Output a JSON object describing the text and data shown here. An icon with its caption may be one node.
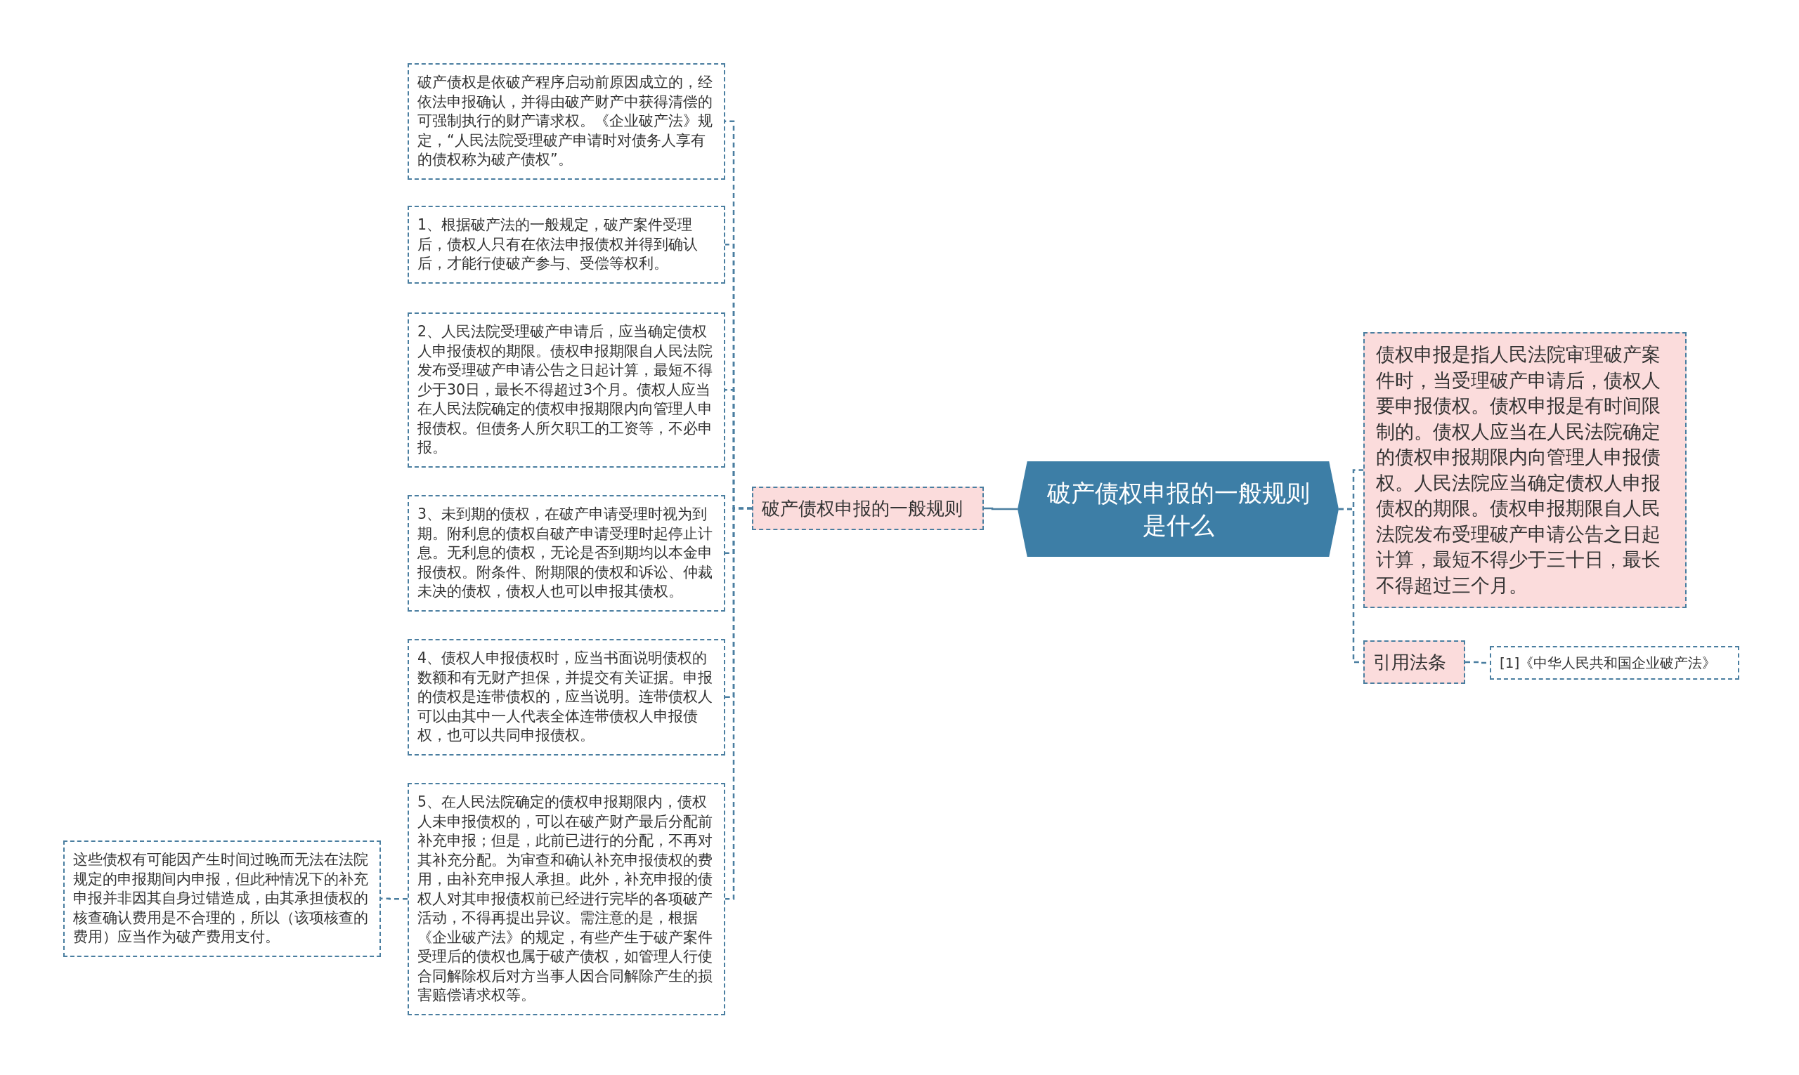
{
  "diagram": {
    "nodes": [
      {
        "text": [
          "破产债权申报的一般规则是什么"
        ]
      },
      {
        "text": [
          "破产债权申报的一般规则"
        ]
      },
      {
        "text": [
          "破产债权是依破产程序启动前原因成立的，经依法申报确认，并得由破产财产中获得清偿的可强制执行的财产请求权。《企业破产法》规定，“人民法院受理破产申请时对债务人享有的债权称为破产债权”。"
        ]
      },
      {
        "text": [
          "1、根据破产法的一般规定，破产案件受理后，债权人只有在依法申报债权并得到确认后，才能行使破产参与、受偿等权利。"
        ]
      },
      {
        "text": [
          "2、人民法院受理破产申请后，应当确定债权人申报债权的期限。债权申报期限自人民法院发布受理破产申请公告之日起计算，最短不得少于30日，最长不得超过3个月。债权人应当在人民法院确定的债权申报期限内向管理人申报债权。但债务人所欠职工的工资等，不必申报。"
        ]
      },
      {
        "text": [
          "3、未到期的债权，在破产申请受理时视为到期。附利息的债权自破产申请受理时起停止计息。无利息的债权，无论是否到期均以本金申报债权。附条件、附期限的债权和诉讼、仲裁未决的债权，债权人也可以申报其债权。"
        ]
      },
      {
        "text": [
          "4、债权人申报债权时，应当书面说明债权的数额和有无财产担保，并提交有关证据。申报的债权是连带债权的，应当说明。连带债权人可以由其中一人代表全体连带债权人申报债权，也可以共同申报债权。"
        ]
      },
      {
        "text": [
          "5、在人民法院确定的债权申报期限内，债权人未申报债权的，可以在破产财产最后分配前补充申报；但是，此前已进行的分配，不再对其补充分配。为审查和确认补充申报债权的费用，由补充申报人承担。此外，补充申报的债权人对其申报债权前已经进行完毕的各项破产活动，不得再提出异议。需注意的是，根据《企业破产法》的规定，有些产生于破产案件受理后的债权也属于破产债权，如管理人行使合同解除权后对方当事人因合同解除产生的损害赔偿请求权等。"
        ]
      },
      {
        "text": [
          "这些债权有可能因产生时间过晚而无法在法院规定的申报期间内申报，但此种情况下的补充申报并非因其自身过错造成，由其承担债权的核查确认费用是不合理的，所以（该项核查的费用）应当作为破产费用支付。"
        ]
      },
      {
        "text": [
          "债权申报是指人民法院审理破产案件时，当受理破产申请后，债权人要申报债权。债权申报是有时间限制的。债权人应当在人民法院确定的债权申报期限内向管理人申报债权。人民法院应当确定债权人申报债权的期限。债权申报期限自人民法院发布受理破产申请公告之日起计算，最短不得少于三十日，最长不得超过三个月。"
        ]
      },
      {
        "text": [
          "引用法条"
        ]
      },
      {
        "text": [
          "[1]《中华人民共和国企业破产法》"
        ]
      }
    ],
    "edges": [
      {
        "from": 0,
        "to": 1,
        "arrow": "none"
      },
      {
        "from": 1,
        "to": 2,
        "arrow": "none",
        "style": "dashed"
      },
      {
        "from": 1,
        "to": 3,
        "arrow": "none",
        "style": "dashed"
      },
      {
        "from": 1,
        "to": 4,
        "arrow": "none",
        "style": "dashed"
      },
      {
        "from": 1,
        "to": 5,
        "arrow": "none",
        "style": "dashed"
      },
      {
        "from": 1,
        "to": 6,
        "arrow": "none",
        "style": "dashed"
      },
      {
        "from": 1,
        "to": 7,
        "arrow": "none",
        "style": "dashed"
      },
      {
        "from": 7,
        "to": 8,
        "arrow": "none",
        "style": "dashed"
      },
      {
        "from": 0,
        "to": 9,
        "arrow": "none",
        "style": "dashed"
      },
      {
        "from": 0,
        "to": 10,
        "arrow": "none",
        "style": "dashed"
      },
      {
        "from": 10,
        "to": 11,
        "arrow": "none",
        "style": "dashed"
      }
    ]
  }
}
